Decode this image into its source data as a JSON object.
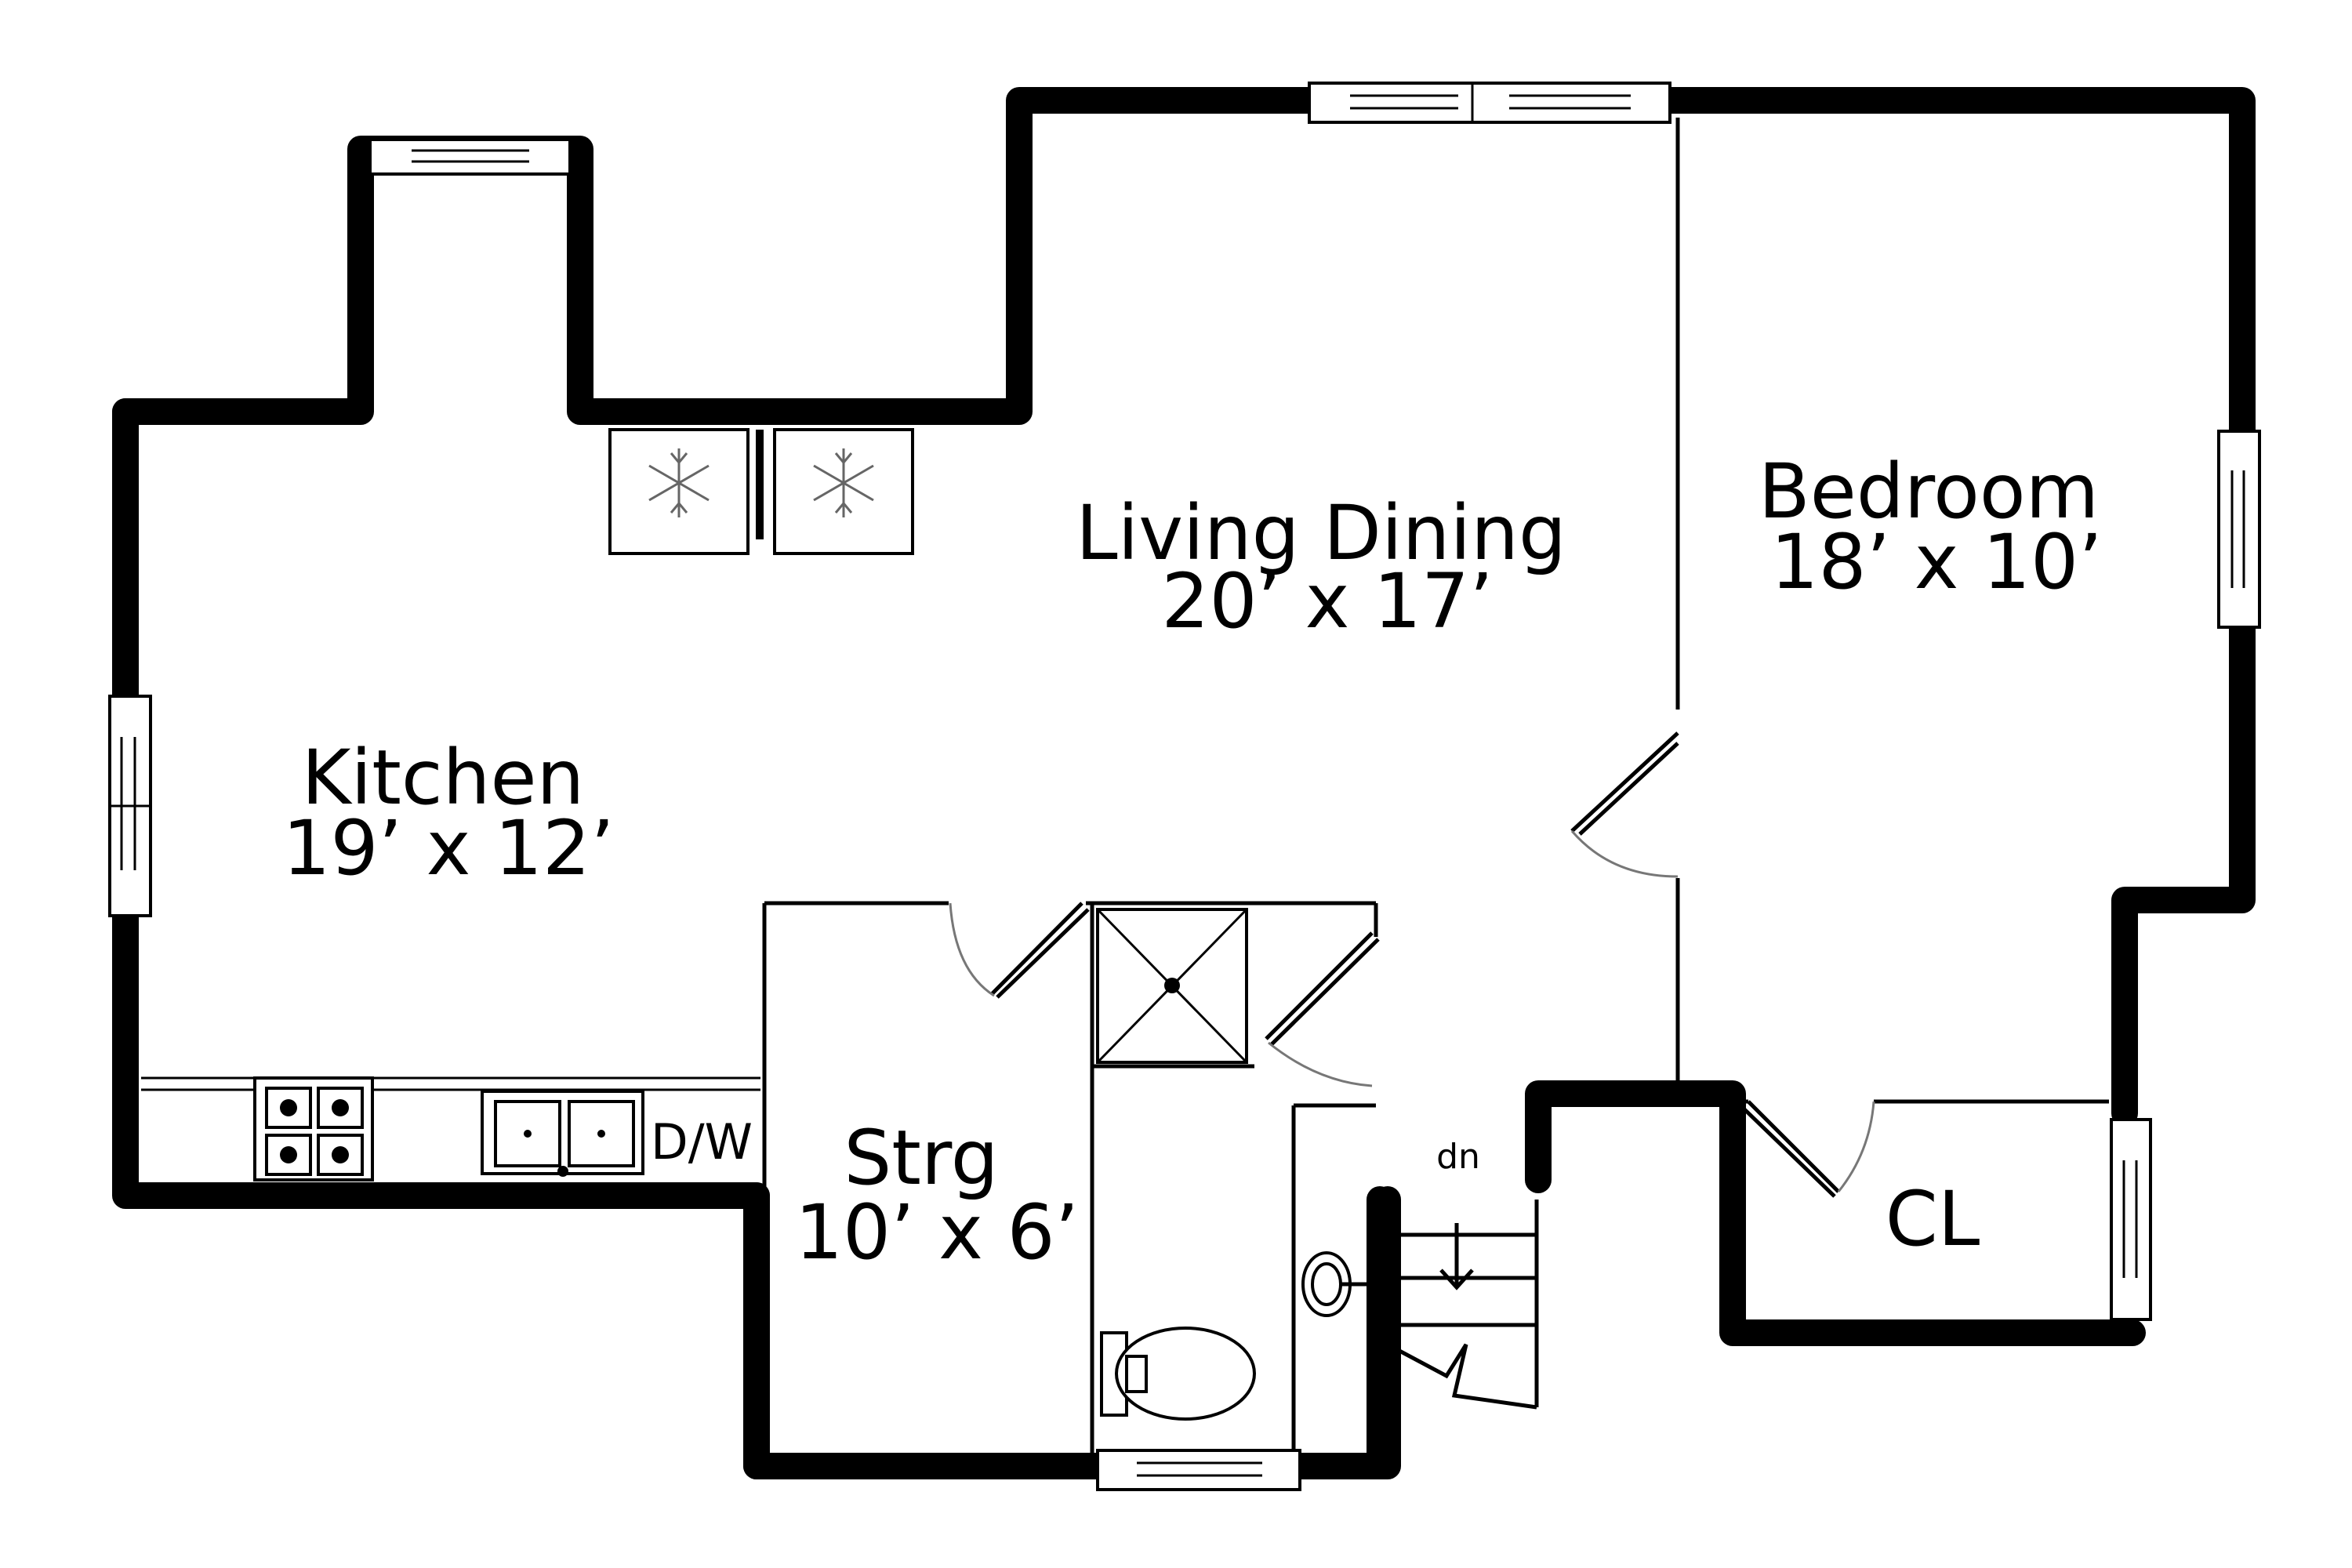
{
  "rooms": {
    "living": {
      "name": "Living Dining",
      "dims": "20’ x 17’"
    },
    "bedroom": {
      "name": "Bedroom",
      "dims": "18’ x 10’"
    },
    "kitchen": {
      "name": "Kitchen",
      "dims": "19’ x 12’"
    },
    "storage": {
      "name": "Strg",
      "dims": "10’ x 6’"
    },
    "closet": {
      "name": "CL"
    }
  },
  "annotations": {
    "stairs_down": "dn",
    "dishwasher": "D/W"
  },
  "icons": {
    "fridge": "snowflake-icon",
    "stove": "burner-icon",
    "sink": "sink-icon",
    "toilet": "toilet-icon",
    "shower": "shower-icon"
  }
}
